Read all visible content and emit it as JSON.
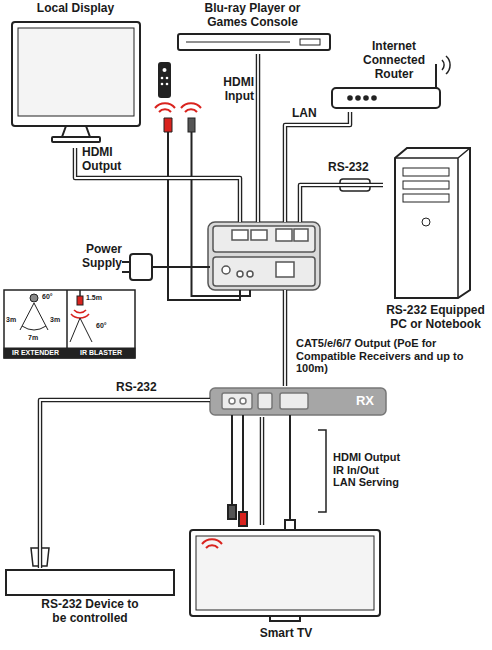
{
  "diagram": {
    "nodes": [
      {
        "text": [
          "Local Display"
        ]
      },
      {
        "text": [
          "Blu-ray Player or Games Console"
        ]
      },
      {
        "text": [
          "Internet Connected Router"
        ]
      },
      {
        "text": [
          "RS-232 Equipped PC or Notebook"
        ]
      },
      {
        "text": []
      },
      {
        "text": [
          "RX"
        ]
      },
      {
        "text": [
          "RS-232 Device to be controlled"
        ]
      },
      {
        "text": [
          "Smart TV"
        ]
      }
    ],
    "edges": [
      {
        "from": 4,
        "to": 0,
        "arrow": "none",
        "label": "HDMI Output"
      },
      {
        "from": 1,
        "to": 4,
        "arrow": "none",
        "label": "HDMI Input"
      },
      {
        "from": 2,
        "to": 4,
        "arrow": "none",
        "label": "LAN"
      },
      {
        "from": 3,
        "to": 4,
        "arrow": "none",
        "label": "RS-232"
      },
      {
        "from": 4,
        "to": 5,
        "arrow": "none",
        "label": "CAT5/e/6/7 Output (PoE for Compatible Receivers and up to 100m)"
      },
      {
        "from": 5,
        "to": 6,
        "arrow": "none",
        "label": "RS-232"
      },
      {
        "from": 5,
        "to": 7,
        "arrow": "none"
      }
    ],
    "labels": [
      "Power Supply",
      "IR EXTENDER",
      "IR BLASTER",
      "60°",
      "3m",
      "7m",
      "3m",
      "1.5m",
      "60°",
      "HDMI Output IR In/Out LAN Serving"
    ]
  }
}
